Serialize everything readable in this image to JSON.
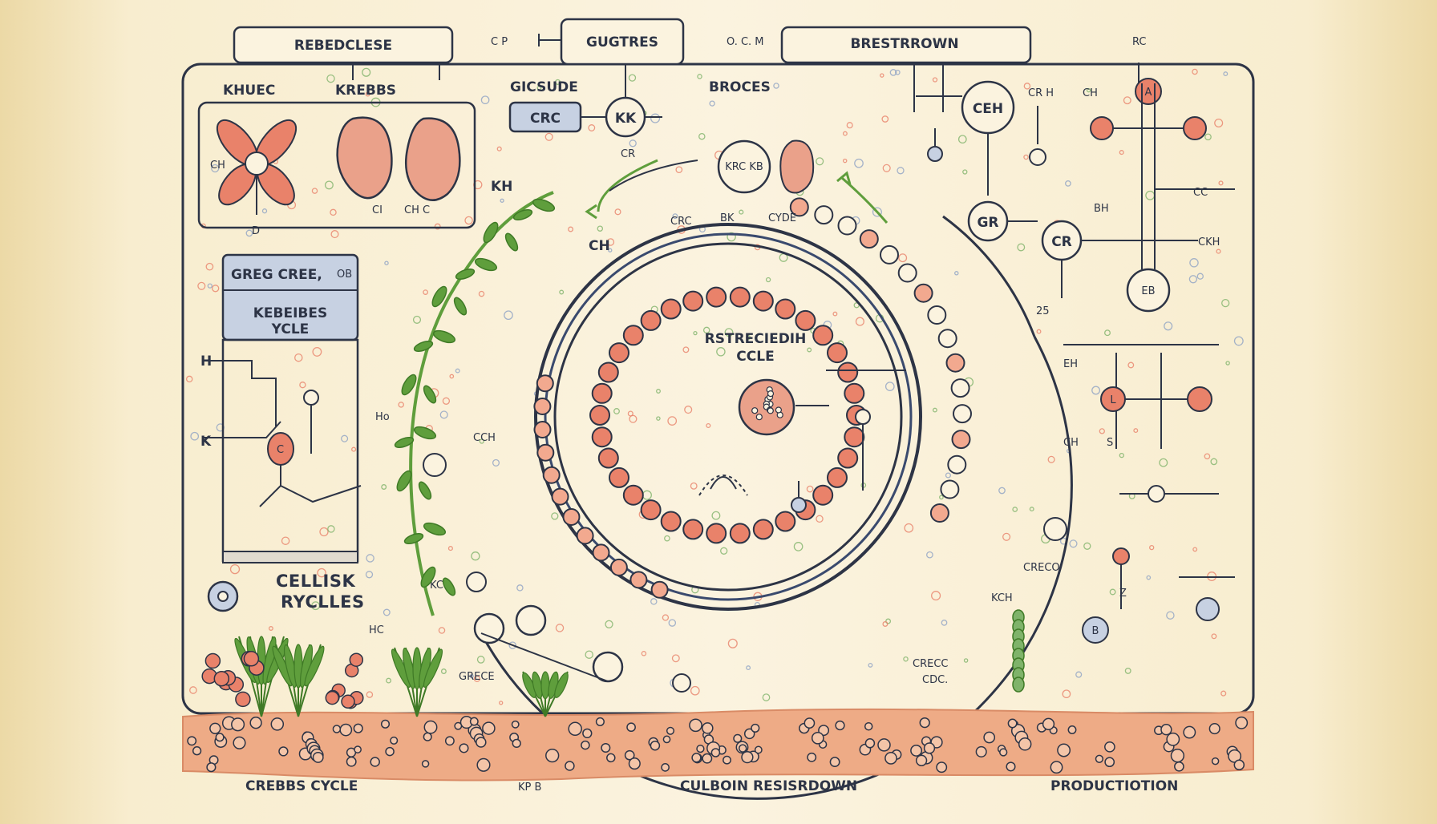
{
  "header": {
    "box_left": "REBEDCLESE",
    "box_center": "GUGTRES",
    "box_right": "BRESTRROWN",
    "tag_left": "C P",
    "tag_mid": "O. C. M",
    "tag_right": "RC"
  },
  "panel_left": {
    "label_a": "KHUEC",
    "label_b": "KREBBS",
    "label_c": "GICSUDE",
    "chip": "CRC",
    "node_kk": "KK",
    "sub_cr": "CR",
    "sub_ch": "CH",
    "sub_d": "D",
    "sub_cl": "CI",
    "sub_chc": "CH C"
  },
  "card": {
    "line1": "GREG CREE,",
    "line2": "KEBEIBES",
    "line3": "YCLE",
    "corner": "OB"
  },
  "lower_left": {
    "caption1": "CELLISK",
    "caption2": "RYCLLES",
    "mark_h": "H",
    "mark_k": "K",
    "mark_ho": "Ho",
    "mark_c": "C"
  },
  "cycle": {
    "top_label": "BROCES",
    "top_node": "KRC KB",
    "center1": "RSTRECIEDIH",
    "center2": "CCLE",
    "label_crc": "CRC",
    "label_bk": "BK",
    "label_cyde": "CYDE",
    "label_ch": "CH",
    "label_kh": "KH",
    "label_cch": "CCH",
    "label_grece": "GRECE",
    "label_kc": "KC",
    "label_chc": "HC"
  },
  "right_panel": {
    "node_ceh": "CEH",
    "node_gr": "GR",
    "node_cr": "CR",
    "node_a": "A",
    "node_l": "L",
    "node_eb": "EB",
    "label_crh": "CR H",
    "label_ch": "CH",
    "label_cc": "CC",
    "label_ckh": "CKH",
    "label_bh": "BH",
    "label_eh": "EH",
    "label_chs": "CH",
    "label_s": "S",
    "label_creco": "CRECO",
    "label_kch": "KCH",
    "label_crecc": "CRECC",
    "label_cdc": "CDC.",
    "label_25": "25",
    "label_b": "B",
    "label_z": "Z"
  },
  "footer": {
    "left": "CREBBS CYCLE",
    "mid": "KP B",
    "center": "CULBOIN RESISRDOWN",
    "right": "PRODUCTIOTION"
  },
  "colors": {
    "ink": "#2d3446",
    "salmon": "#e9826a",
    "salmon_light": "#f2a98f",
    "leaf": "#5f9e3c",
    "paper": "#fbf3df",
    "ground": "#eeab86"
  }
}
